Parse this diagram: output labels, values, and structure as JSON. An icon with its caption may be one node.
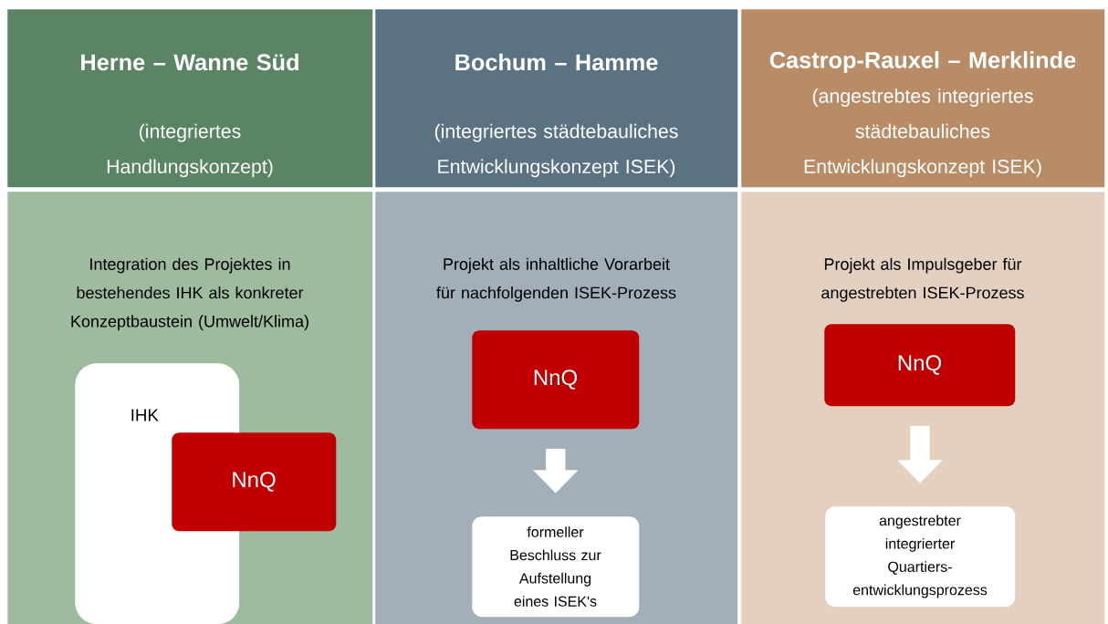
{
  "diagram": {
    "nodes": [
      {
        "text": [
          "Herne – Wanne Süd",
          "(integriertes Handlungskonzept)"
        ]
      },
      {
        "text": [
          "Bochum – Hamme",
          "(integriertes städtebauliches Entwicklungskonzept ISEK)"
        ]
      },
      {
        "text": [
          "Castrop-Rauxel – Merklinde",
          "(angestrebtes integriertes städtebauliches Entwicklungskonzept ISEK)"
        ]
      },
      {
        "text": [
          "Integration des Projektes in bestehendes IHK als konkreter Konzeptbaustein (Umwelt/Klima)"
        ]
      },
      {
        "text": [
          "IHK"
        ],
        "in": 3
      },
      {
        "text": [
          "NnQ"
        ],
        "in": 3
      },
      {
        "text": [
          "Projekt als inhaltliche Vorarbeit für nachfolgenden ISEK-Prozess"
        ]
      },
      {
        "text": [
          "NnQ"
        ],
        "in": 6
      },
      {
        "text": [
          "formeller Beschluss zur Aufstellung eines ISEK's"
        ],
        "in": 6
      },
      {
        "text": [
          "Projekt als Impulsgeber für angestrebten ISEK-Prozess"
        ]
      },
      {
        "text": [
          "NnQ"
        ],
        "in": 9
      },
      {
        "text": [
          "angestrebter integrierter Quartiers-entwicklungsprozess"
        ],
        "in": 9
      }
    ],
    "edges": [
      {
        "from": 7,
        "to": 8,
        "arrow": "to"
      },
      {
        "from": 10,
        "to": 11,
        "arrow": "to"
      }
    ]
  }
}
